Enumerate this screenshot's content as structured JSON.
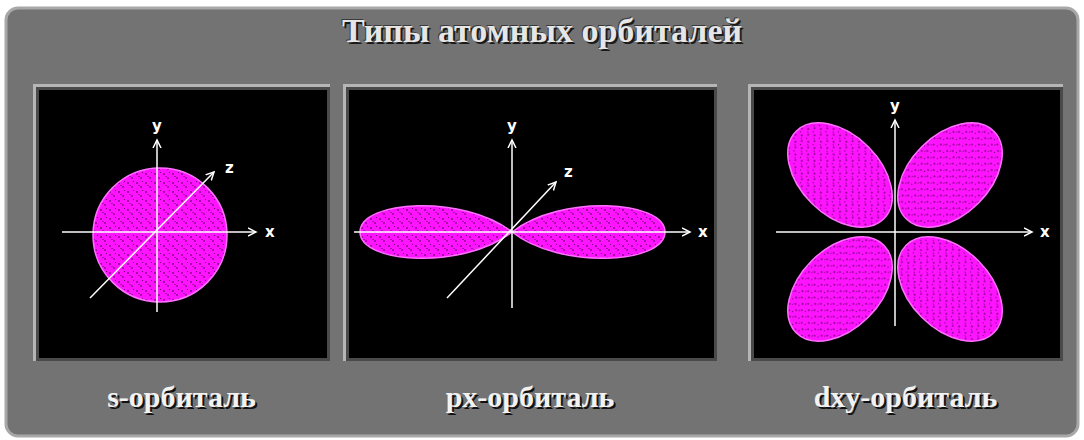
{
  "diagram": {
    "title": "Типы атомных орбиталей",
    "nodes": [
      {
        "text": [
          "s-орбиталь"
        ]
      },
      {
        "text": [
          "px-орбиталь"
        ]
      },
      {
        "text": [
          "dxy-орбиталь"
        ]
      }
    ],
    "labels": [
      "y",
      "z",
      "x",
      "y",
      "z",
      "x",
      "y",
      "x"
    ]
  }
}
